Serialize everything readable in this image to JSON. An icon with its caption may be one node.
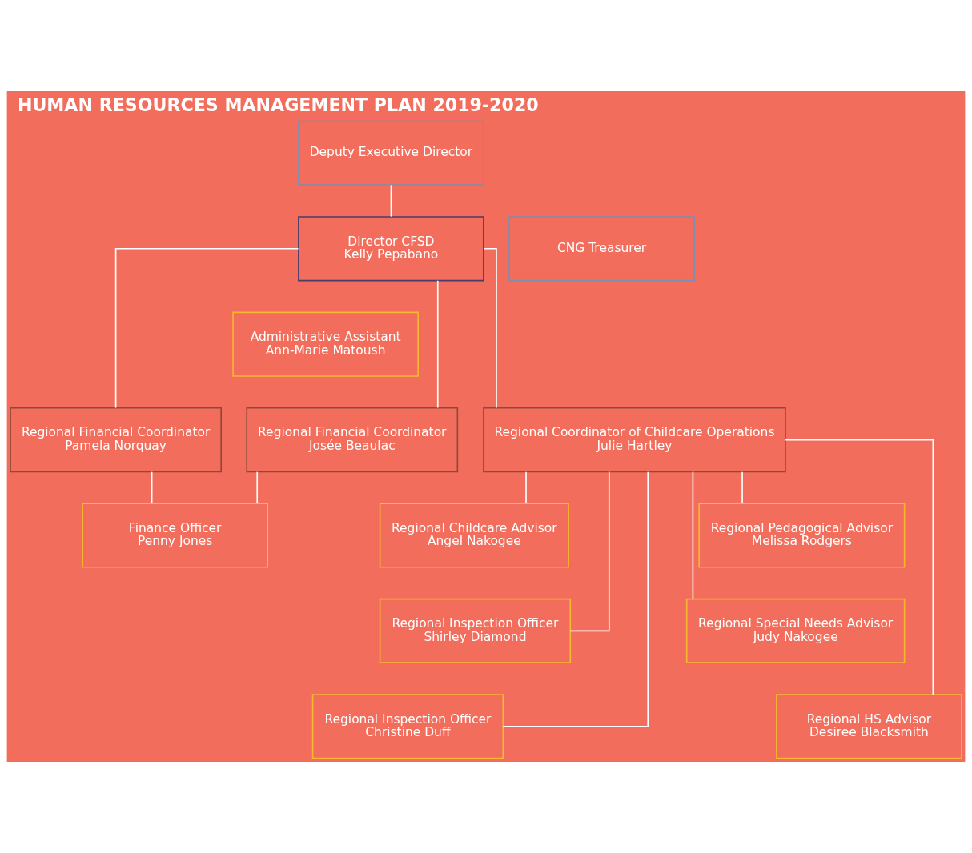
{
  "diagram": {
    "title": "HUMAN RESOURCES MANAGEMENT PLAN 2019-2020",
    "nodes": [
      {
        "text": [
          "Deputy Executive Director"
        ]
      },
      {
        "text": [
          "Director CFSD",
          "Kelly Pepabano"
        ]
      },
      {
        "text": [
          "CNG Treasurer"
        ]
      },
      {
        "text": [
          "Administrative Assistant",
          "Ann-Marie Matoush"
        ]
      },
      {
        "text": [
          "Regional Financial Coordinator",
          "Josée Beaulac"
        ]
      },
      {
        "text": [
          "Regional Financial Coordinator",
          "Pamela Norquay"
        ]
      },
      {
        "text": [
          "Regional Coordinator of Childcare Operations",
          "Julie Hartley"
        ]
      },
      {
        "text": [
          "Finance Officer",
          "Penny Jones"
        ]
      },
      {
        "text": [
          "Regional Childcare Advisor",
          "Angel Nakogee"
        ]
      },
      {
        "text": [
          "Regional Pedagogical Advisor",
          "Melissa Rodgers"
        ]
      },
      {
        "text": [
          "Regional Inspection Officer",
          "Shirley Diamond"
        ]
      },
      {
        "text": [
          "Regional Special Needs Advisor",
          "Judy Nakogee"
        ]
      },
      {
        "text": [
          "Regional Inspection Officer",
          "Christine Duff"
        ]
      },
      {
        "text": [
          "Regional HS Advisor",
          "Desiree Blacksmith"
        ]
      }
    ],
    "edges": [
      {
        "from": 0,
        "to": 1,
        "arrow": "none"
      },
      {
        "from": 1,
        "to": 4,
        "arrow": "none"
      },
      {
        "from": 1,
        "to": 5,
        "arrow": "none"
      },
      {
        "from": 1,
        "to": 6,
        "arrow": "none"
      },
      {
        "from": 4,
        "to": 7,
        "arrow": "none"
      },
      {
        "from": 5,
        "to": 7,
        "arrow": "none"
      },
      {
        "from": 6,
        "to": 8,
        "arrow": "none"
      },
      {
        "from": 6,
        "to": 9,
        "arrow": "none"
      },
      {
        "from": 6,
        "to": 10,
        "arrow": "none"
      },
      {
        "from": 6,
        "to": 11,
        "arrow": "none"
      },
      {
        "from": 6,
        "to": 12,
        "arrow": "none"
      },
      {
        "from": 6,
        "to": 13,
        "arrow": "none"
      }
    ]
  }
}
